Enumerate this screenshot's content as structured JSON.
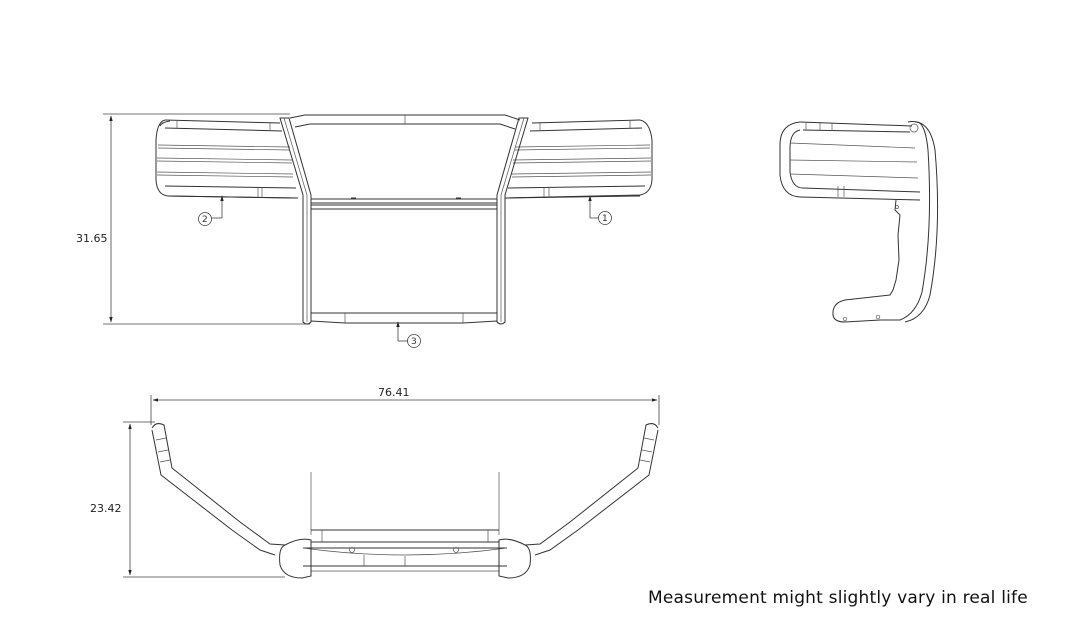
{
  "drawing": {
    "subject": "Grille guard technical drawing",
    "views": [
      {
        "name": "front-view",
        "height_dimension": "31.65"
      },
      {
        "name": "side-view"
      },
      {
        "name": "top-view",
        "width_dimension": "76.41",
        "depth_dimension": "23.42"
      }
    ],
    "balloons": [
      {
        "id": "1",
        "label": "1"
      },
      {
        "id": "2",
        "label": "2"
      },
      {
        "id": "3",
        "label": "3"
      }
    ]
  },
  "dimensions": {
    "front_height": "31.65",
    "top_width": "76.41",
    "top_depth": "23.42"
  },
  "note": "Measurement might slightly vary in real life"
}
